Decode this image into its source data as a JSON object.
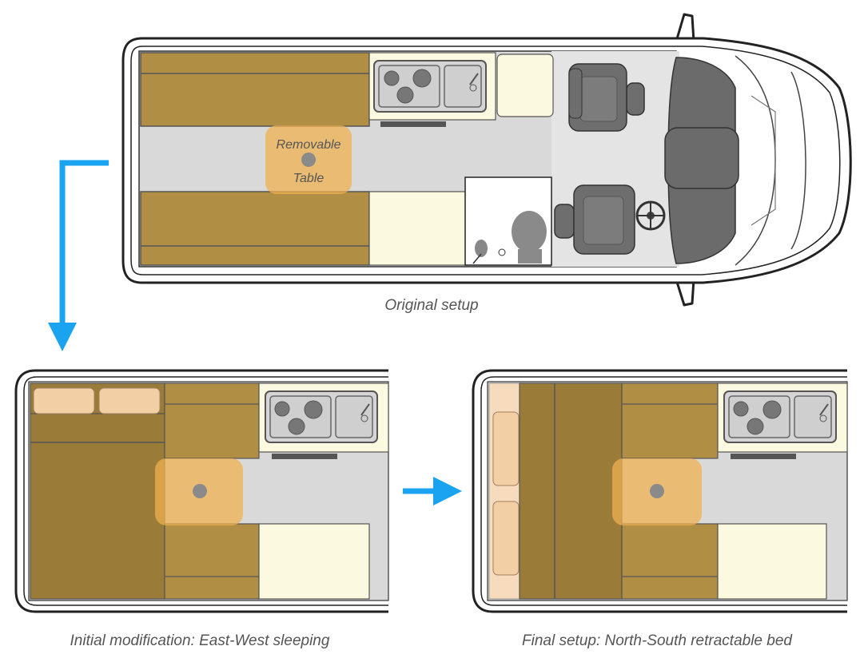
{
  "captions": {
    "original": "Original setup",
    "initial": "Initial modification: East-West sleeping",
    "final": "Final setup: North-South retractable bed"
  },
  "labels": {
    "table_line1": "Removable",
    "table_line2": "Table"
  },
  "colors": {
    "bed_wood": "#b08f45",
    "bed_wood_dark": "#9a7b38",
    "cream": "#fbfae0",
    "floor": "#d9d9d9",
    "table_highlight": "#efb04f",
    "arrow": "#1aa3f0",
    "seat": "#6e6e6e",
    "pillow": "#f2cfa5"
  }
}
